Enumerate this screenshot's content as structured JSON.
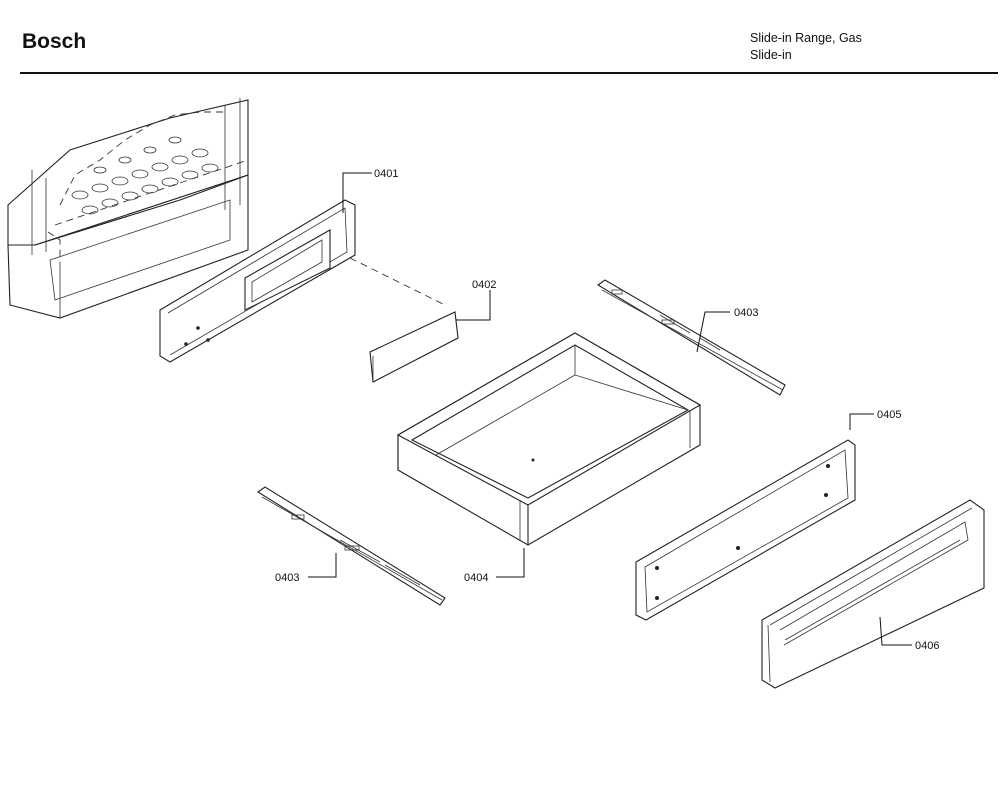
{
  "header": {
    "brand": "Bosch",
    "model_line1": "Slide-in Range, Gas",
    "model_line2": "Slide-in"
  },
  "parts": [
    {
      "id": "0401"
    },
    {
      "id": "0402"
    },
    {
      "id": "0403"
    },
    {
      "id": "0404"
    },
    {
      "id": "0405"
    },
    {
      "id": "0406"
    },
    {
      "id": "0403"
    }
  ]
}
